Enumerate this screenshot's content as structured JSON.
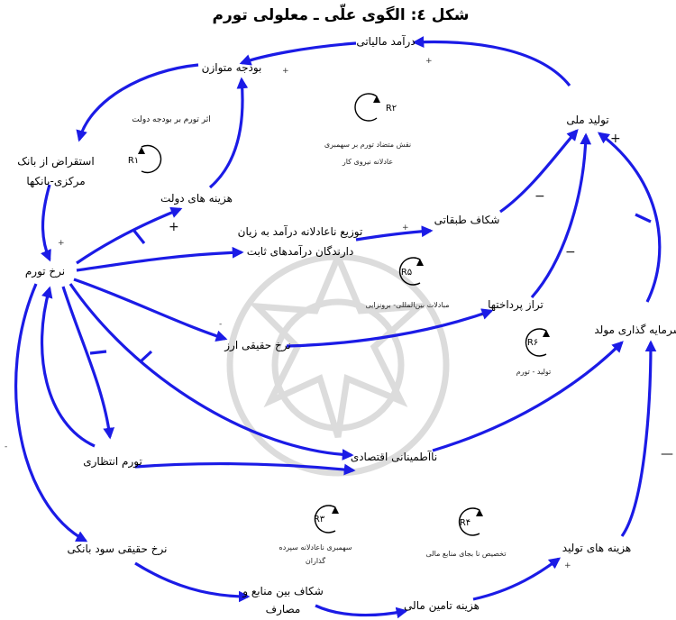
{
  "title": "شکل ٤: الگوی علّی ـ معلولی تورم",
  "nodes": {
    "tax_revenue": "درآمد مالیاتی",
    "balanced_budget": "بودجه متوازن",
    "national_production": "تولید ملی",
    "borrowing_line1": "استقراض از بانک",
    "borrowing_line2": "مرکزی-بانکها",
    "gov_expenses": "هزینه های دولت",
    "class_gap": "شکاف طبقاتی",
    "unequal_line1": "توزیع ناعادلانه درآمد به زیان",
    "unequal_line2": "دارندگان درآمدهای ثابت",
    "inflation_rate": "نرخ تورم",
    "balance_of_payments": "تراز پرداختها",
    "real_fx_rate": "نرخ حقیقی ارز",
    "productive_investment": "سرمایه گذاری مولد",
    "expected_inflation": "تورم انتظاری",
    "economic_uncertainty": "ناآطمینانی اقتصادی",
    "real_interest_rate": "نرخ حقیقی سود بانکی",
    "production_costs": "هزینه های تولید",
    "resources_gap_line1": "شکاف بین منابع و",
    "resources_gap_line2": "مصارف",
    "financing_cost": "هزینه تامین مالی"
  },
  "labels": {
    "inflation_on_budget": "اثر تورم بر بودجه دولت",
    "r2_line1": "نقش متضاد تورم بر سهمبری",
    "r2_line2": "عادلانه نیروی کار",
    "r5_text": "مبادلات بین‌المللی- برونزایی",
    "r6_text": "تولید - تورم",
    "r3_line1": "سهمبری ناعادلانه سپرده",
    "r3_line2": "گذاران",
    "r4_text": "تخصیص نا بجای منابع مالی"
  },
  "loops": {
    "r1": "R۱",
    "r2": "R۲",
    "r3": "R۳",
    "r4": "R۴",
    "r5": "R۵",
    "r6": "R۶"
  },
  "signs": {
    "plus": "+",
    "minus": "−",
    "minus_small": "-",
    "minus_long": "—"
  },
  "colors": {
    "arrow": "#1b1be6",
    "text": "#000000",
    "watermark": "#d9d9d9"
  }
}
